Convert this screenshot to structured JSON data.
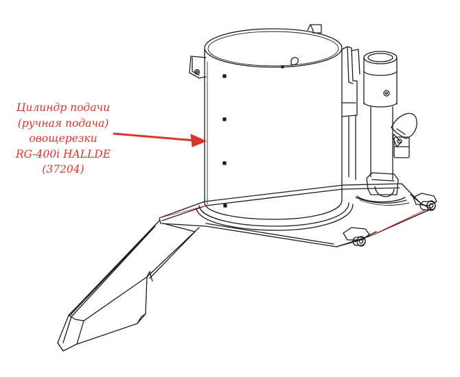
{
  "annotation": {
    "lines": [
      "Цилиндр подачи",
      "(ручная подача)",
      "овощерезки",
      "RG-400i HALLDE",
      "(37204)"
    ],
    "color": "#d8342c"
  },
  "drawing": {
    "line_color": "#1a1a1a",
    "background": "#ffffff"
  }
}
